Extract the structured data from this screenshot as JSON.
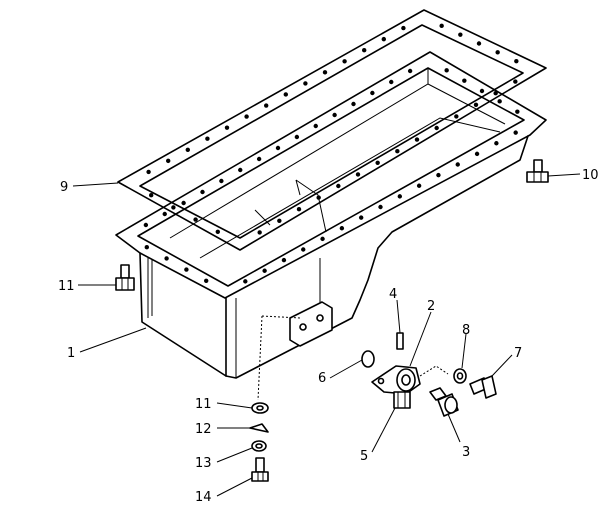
{
  "callouts": [
    {
      "id": "c1",
      "text": "1"
    },
    {
      "id": "c2",
      "text": "2"
    },
    {
      "id": "c3",
      "text": "3"
    },
    {
      "id": "c4",
      "text": "4"
    },
    {
      "id": "c5",
      "text": "5"
    },
    {
      "id": "c6",
      "text": "6"
    },
    {
      "id": "c7",
      "text": "7"
    },
    {
      "id": "c8",
      "text": "8"
    },
    {
      "id": "c9",
      "text": "9"
    },
    {
      "id": "c10",
      "text": "10"
    },
    {
      "id": "c11a",
      "text": "11"
    },
    {
      "id": "c11b",
      "text": "11"
    },
    {
      "id": "c12",
      "text": "12"
    },
    {
      "id": "c13",
      "text": "13"
    },
    {
      "id": "c14",
      "text": "14"
    }
  ]
}
